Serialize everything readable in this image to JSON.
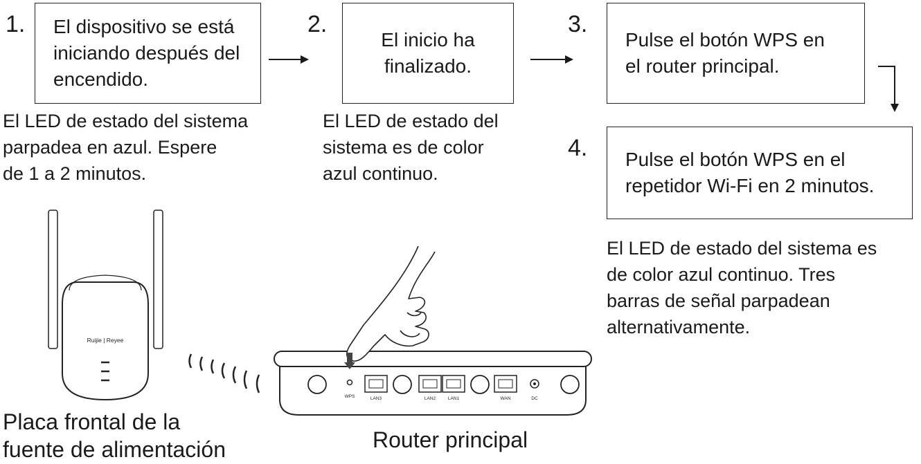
{
  "steps": [
    {
      "number": "1.",
      "box_text": "El dispositivo se está\niniciando después del\nencendido.",
      "description": "El LED de estado del sistema\nparpadea en azul. Espere\nde 1 a 2 minutos."
    },
    {
      "number": "2.",
      "box_text": "El inicio ha\nfinalizado.",
      "description": "El LED de estado del\nsistema es de color\nazul continuo."
    },
    {
      "number": "3.",
      "box_text": "Pulse el botón WPS en\nel router principal.",
      "description": ""
    },
    {
      "number": "4.",
      "box_text": "Pulse el botón WPS en el\nrepetidor Wi-Fi en 2 minutos.",
      "description": "El LED de estado del sistema es\nde color azul continuo. Tres\nbarras de señal parpadean\nalternativamente."
    }
  ],
  "repeater": {
    "caption": "Placa frontal de la\nfuente de alimentación",
    "brand_logo": "Ruijie | Reyee"
  },
  "router": {
    "caption": "Router principal",
    "port_labels": {
      "wps": "WPS",
      "lan3": "LAN3",
      "lan2": "LAN2",
      "lan1": "LAN1",
      "wan": "WAN",
      "dc": "DC"
    }
  }
}
